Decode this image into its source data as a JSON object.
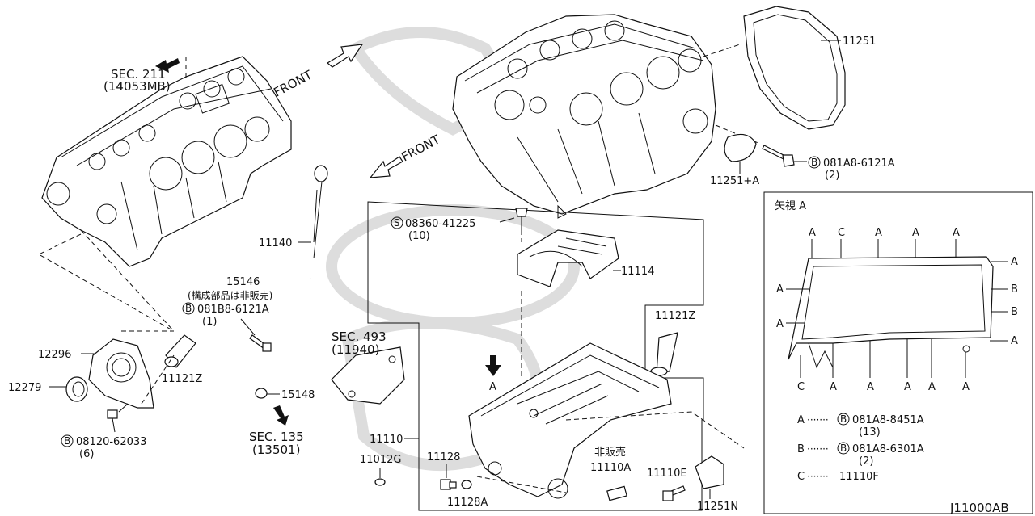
{
  "labels": {
    "sec211": "SEC. 211",
    "sec211_ref": "(14053MB)",
    "front1": "FRONT",
    "front2": "FRONT",
    "p11251": "11251",
    "p11251a": "11251+A",
    "bolt_b_081a8_6121a": "081A8-6121A",
    "bolt_b_081a8_6121a_qty": "(2)",
    "s08360": "08360-41225",
    "s08360_qty": "(10)",
    "p11114": "11114",
    "p11140": "11140",
    "p15146": "15146",
    "p15146_note": "(構成部品は非販売)",
    "b081b8": "081B8-6121A",
    "b081b8_qty": "(1)",
    "p11121z_top": "11121Z",
    "p12296": "12296",
    "p12279": "12279",
    "p11121z_left": "11121Z",
    "b08120": "08120-62033",
    "b08120_qty": "(6)",
    "sec493": "SEC. 493",
    "sec493_ref": "(11940)",
    "arrow_a": "A",
    "p15148": "15148",
    "sec135": "SEC. 135",
    "sec135_ref": "(13501)",
    "p11110": "11110",
    "p11012g": "11012G",
    "p11128": "11128",
    "p11128a": "11128A",
    "hihanbai": "非販売",
    "p11110a": "11110A",
    "p11110e": "11110E",
    "p11251n": "11251N",
    "diagram_code": "J11000AB"
  },
  "view_a": {
    "title": "矢視 A",
    "top_letters": [
      "A",
      "C",
      "A",
      "A",
      "A"
    ],
    "bottom_letters": [
      "C",
      "A",
      "A",
      "A",
      "A",
      "A"
    ],
    "left_letters": [
      "A",
      "A"
    ],
    "right_letters": [
      "A",
      "B",
      "B",
      "A"
    ],
    "legend": [
      {
        "key": "A",
        "dots": "·······",
        "prefix": "B",
        "part": "081A8-8451A",
        "qty": "(13)"
      },
      {
        "key": "B",
        "dots": "·······",
        "prefix": "B",
        "part": "081A8-6301A",
        "qty": "(2)"
      },
      {
        "key": "C",
        "dots": "·······",
        "prefix": "",
        "part": "11110F",
        "qty": ""
      }
    ]
  },
  "circle_prefix": {
    "b": "B",
    "s": "S"
  }
}
